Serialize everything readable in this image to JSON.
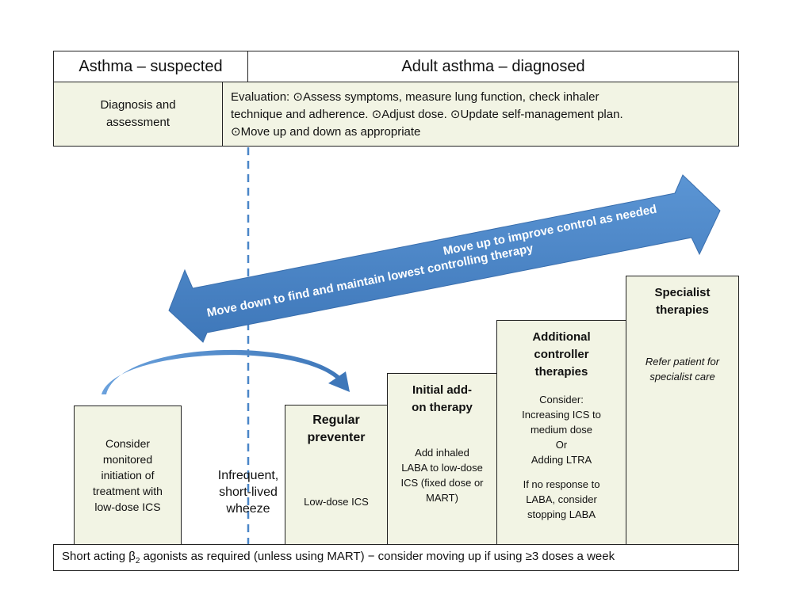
{
  "header": {
    "suspected": "Asthma – suspected",
    "diagnosed": "Adult asthma – diagnosed"
  },
  "assessment": {
    "line1": "Diagnosis and",
    "line2": "assessment"
  },
  "evaluation": {
    "line1": "Evaluation: ⊙Assess symptoms, measure lung function, check inhaler",
    "line2": "technique and adherence. ⊙Adjust dose. ⊙Update self-management plan.",
    "line3": "⊙Move up and down as appropriate"
  },
  "arrow": {
    "up_text": "Move up to improve control as needed",
    "down_text": "Move down to find and maintain lowest controlling therapy",
    "color": "#4a86c8"
  },
  "steps": {
    "consider": [
      "Consider",
      "monitored",
      "initiation of",
      "treatment with",
      "low-dose ICS"
    ],
    "wheeze": [
      "Infrequent,",
      "short-lived",
      "wheeze"
    ],
    "regular": {
      "title": [
        "Regular",
        "preventer"
      ],
      "body": "Low-dose ICS"
    },
    "initial": {
      "title": [
        "Initial add-",
        "on therapy"
      ],
      "body": [
        "Add inhaled",
        "LABA to low-dose",
        "ICS (fixed dose or",
        "MART)"
      ]
    },
    "additional": {
      "title": [
        "Additional",
        "controller",
        "therapies"
      ],
      "body": [
        "Consider:",
        "Increasing ICS to",
        "medium dose",
        "Or",
        "Adding LTRA"
      ],
      "body2": [
        "If no response to",
        "LABA, consider",
        "stopping LABA"
      ]
    },
    "specialist": {
      "title": [
        "Specialist",
        "therapies"
      ],
      "body": [
        "Refer patient for",
        "specialist care"
      ]
    }
  },
  "footer": {
    "before": "Short acting β",
    "sub": "2",
    "after": " agonists as required (unless using MART) − consider moving up if using ≥3 doses a week"
  },
  "colors": {
    "box_fill": "#f2f4e4",
    "dashed_line": "#4a86c8"
  }
}
